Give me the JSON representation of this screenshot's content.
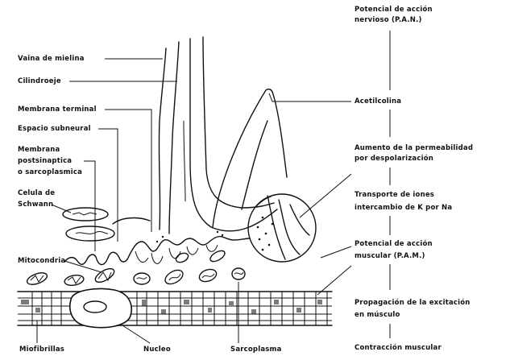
{
  "left_labels": {
    "vaina": "Vaina de mielina",
    "cilindroeje": "Cilindroeje",
    "membrana_terminal": "Membrana terminal",
    "espacio_subneural": "Espacio subneural",
    "membrana_post_1": "Membrana",
    "membrana_post_2": "postsinaptica",
    "membrana_post_3": "o sarcoplasmica",
    "schwann_1": "Celula de",
    "schwann_2": "Schwann",
    "mitocondria": "Mitocondria"
  },
  "bottom_labels": {
    "miofibrillas": "Miofibrillas",
    "nucleo": "Nucleo",
    "sarcoplasma": "Sarcoplasma"
  },
  "center_labels": {
    "acetilcolina": "Acetilcolina"
  },
  "flow_steps": {
    "s1_a": "Potencial de acción",
    "s1_b": "nervioso (P.A.N.)",
    "s2_a": "Aumento de la permeabilidad",
    "s2_b": "por despolarización",
    "s3_a": "Transporte de iones",
    "s3_b": "intercambio de K por Na",
    "s4_a": "Potencial de acción",
    "s4_b": "muscular (P.A.M.)",
    "s5_a": "Propagación de la excitación",
    "s5_b": "en músculo",
    "s6_a": "Contracción muscular"
  }
}
